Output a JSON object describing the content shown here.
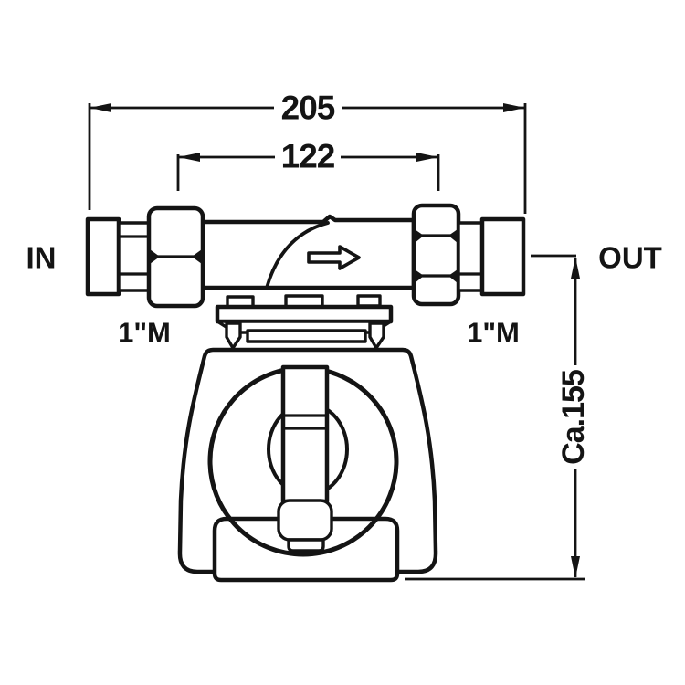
{
  "page": {
    "background": "#ffffff",
    "line_color": "#141414"
  },
  "diagram": {
    "type": "technical-drawing-front-view",
    "dimensions": {
      "overall_length": "205",
      "union_spacing": "122",
      "height": "Ca.155"
    },
    "ports": {
      "in_label": "IN",
      "out_label": "OUT",
      "in_thread": "1\"M",
      "out_thread": "1\"M"
    },
    "icons": {
      "flow_arrow": "right-arrow"
    }
  }
}
